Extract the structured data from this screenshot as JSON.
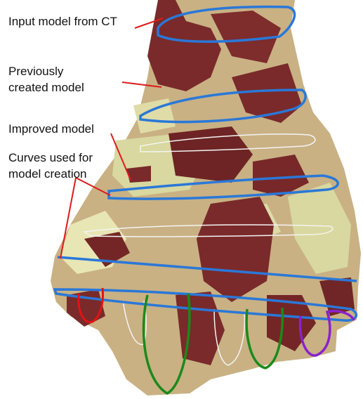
{
  "labels": {
    "input_model": "Input model from CT",
    "previous_line1": "Previously",
    "previous_line2": "created model",
    "improved": "Improved model",
    "curves_line1": "Curves used for",
    "curves_line2": "model creation"
  },
  "colors": {
    "bone_tan": "#c9b184",
    "bone_light": "#d8d8a0",
    "bone_cream": "#e8e6b4",
    "ct_model": "#7a2a2a",
    "blue_curve": "#2a78d8",
    "pointer_red": "#dd1c1c",
    "red_curve": "#e01414",
    "green_curve": "#1a8a1a",
    "purple_curve": "#8a22cc",
    "white_curve": "#f4f4f4"
  }
}
